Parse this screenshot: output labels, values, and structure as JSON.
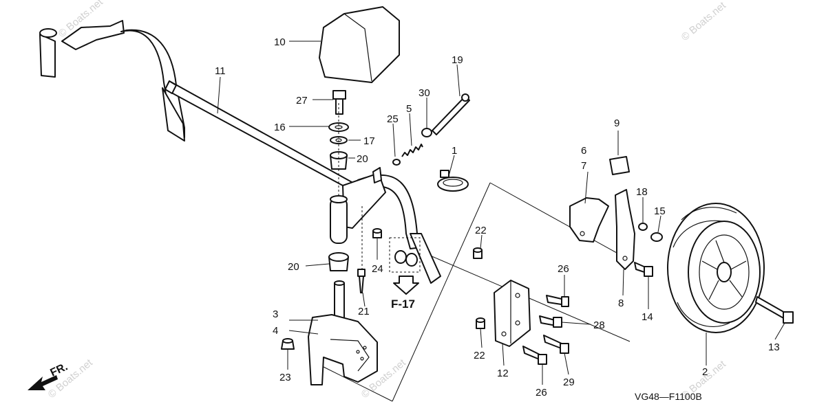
{
  "diagram": {
    "code": "VG48—F1100B",
    "reference": "F-17",
    "front_label": "FR.",
    "watermark": "© Boats.net",
    "callouts": {
      "c1": "1",
      "c2": "2",
      "c3": "3",
      "c4": "4",
      "c5": "5",
      "c6": "6",
      "c7": "7",
      "c8": "8",
      "c9": "9",
      "c10": "10",
      "c11": "11",
      "c12": "12",
      "c13": "13",
      "c14": "14",
      "c15": "15",
      "c16": "16",
      "c17": "17",
      "c18": "18",
      "c19": "19",
      "c20a": "20",
      "c20b": "20",
      "c21": "21",
      "c22a": "22",
      "c22b": "22",
      "c23": "23",
      "c24": "24",
      "c25": "25",
      "c26a": "26",
      "c26b": "26",
      "c27": "27",
      "c28": "28",
      "c29": "29",
      "c30": "30"
    }
  }
}
